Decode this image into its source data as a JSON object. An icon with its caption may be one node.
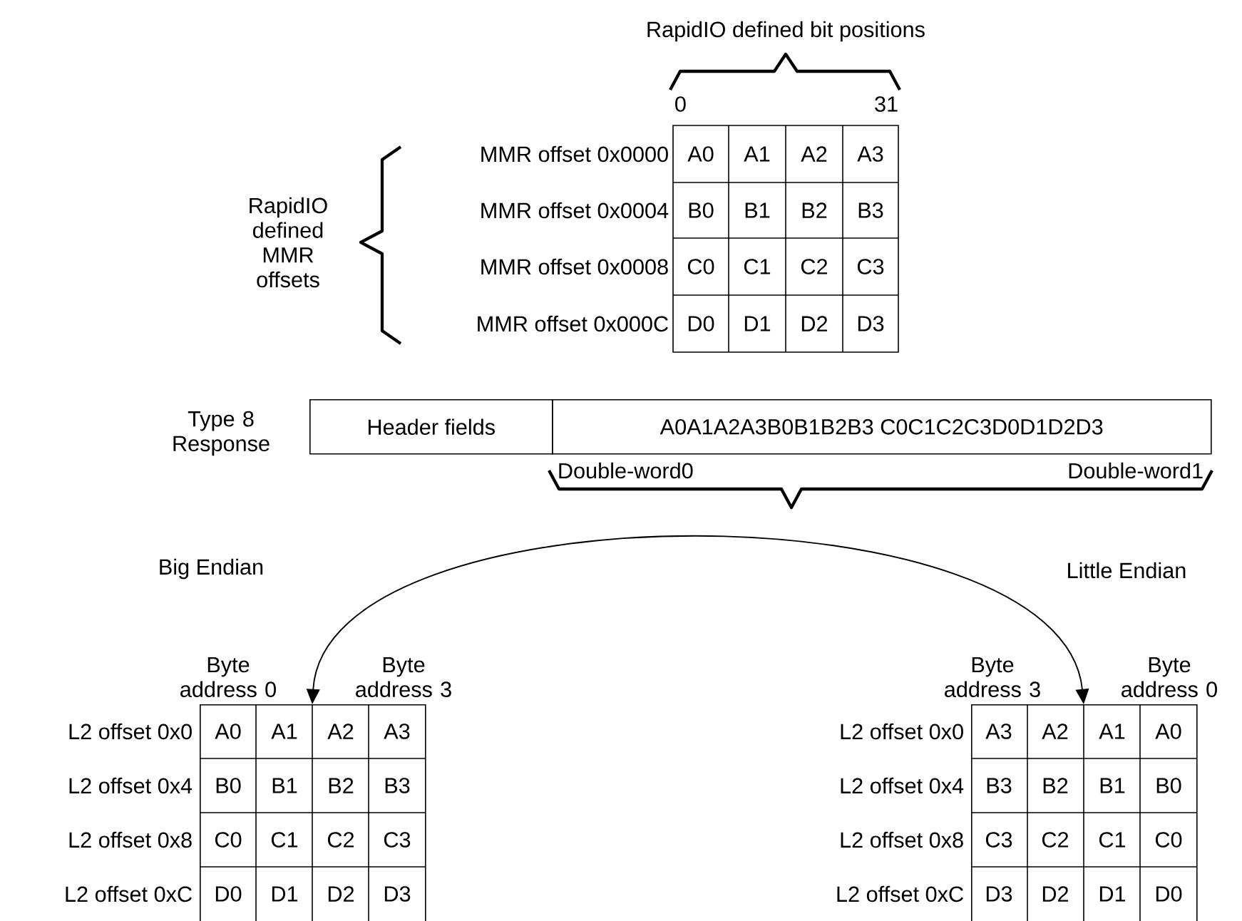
{
  "diagram": {
    "nodes": [
      {
        "text": [
          "Header fields"
        ]
      },
      {
        "text": [
          "A0A1A2A3B0B1B2B3 C0C1C2C3D0D1D2D3"
        ]
      },
      {
        "text": [],
        "shape": "box"
      },
      {
        "text": [],
        "shape": "box"
      }
    ],
    "edges": [
      {
        "from": 2,
        "to": 3,
        "arrow": "both"
      }
    ],
    "labels": [
      "RapidIO defined bit positions",
      "0",
      "31",
      "RapidIO defined MMR offsets",
      "MMR offset 0x0000",
      "A0",
      "A1",
      "A2",
      "A3",
      "MMR offset 0x0004",
      "B0",
      "B1",
      "B2",
      "B3",
      "MMR offset 0x0008",
      "C0",
      "C1",
      "C2",
      "C3",
      "MMR offset 0x000C",
      "D0",
      "D1",
      "D2",
      "D3",
      "Type 8 Response",
      "Double-word0",
      "Double-word1",
      "Big Endian",
      "Little Endian",
      "Byte address 0",
      "Byte address 3",
      "Byte address 3",
      "Byte address 0",
      "L2 offset 0x0",
      "A0",
      "A1",
      "A2",
      "A3",
      "L2 offset 0x0",
      "A3",
      "A2",
      "A1",
      "A0",
      "L2 offset 0x4",
      "B0",
      "B1",
      "B2",
      "B3",
      "L2 offset 0x4",
      "B3",
      "B2",
      "B1",
      "B0",
      "L2 offset 0x8",
      "C0",
      "C1",
      "C2",
      "C3",
      "L2 offset 0x8",
      "C3",
      "C2",
      "C1",
      "C0",
      "L2 offset 0xC",
      "D0",
      "D1",
      "D2",
      "D3",
      "L2 offset 0xC",
      "D3",
      "D2",
      "D1",
      "D0"
    ]
  }
}
